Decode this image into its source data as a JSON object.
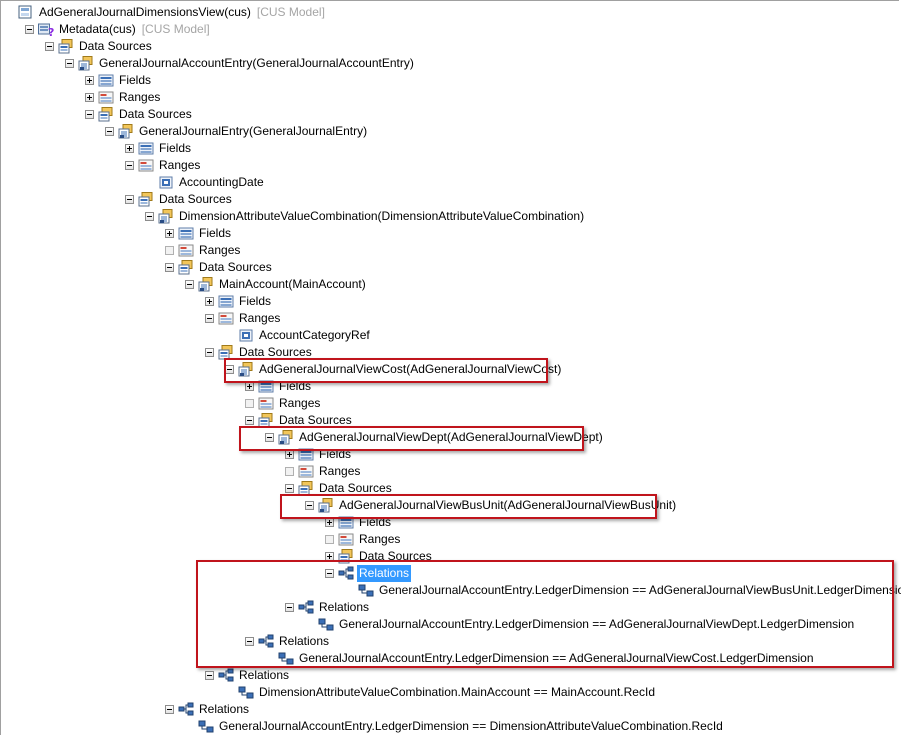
{
  "tree": [
    {
      "label": "AdGeneralJournalDimensionsView(cus)",
      "model": "[CUS Model]",
      "icon": "view-icon",
      "level": 0,
      "toggle": "none"
    },
    {
      "label": "Metadata(cus)",
      "model": "[CUS Model]",
      "icon": "metadata-icon",
      "level": 1,
      "toggle": "minus"
    },
    {
      "label": "Data Sources",
      "icon": "datasources-icon",
      "level": 2,
      "toggle": "minus"
    },
    {
      "label": "GeneralJournalAccountEntry(GeneralJournalAccountEntry)",
      "icon": "datasource-icon",
      "level": 3,
      "toggle": "minus"
    },
    {
      "label": "Fields",
      "icon": "fields-icon",
      "level": 4,
      "toggle": "plus"
    },
    {
      "label": "Ranges",
      "icon": "ranges-icon",
      "level": 4,
      "toggle": "plus"
    },
    {
      "label": "Data Sources",
      "icon": "datasources-icon",
      "level": 4,
      "toggle": "minus"
    },
    {
      "label": "GeneralJournalEntry(GeneralJournalEntry)",
      "icon": "datasource-icon",
      "level": 5,
      "toggle": "minus"
    },
    {
      "label": "Fields",
      "icon": "fields-icon",
      "level": 6,
      "toggle": "plus"
    },
    {
      "label": "Ranges",
      "icon": "ranges-icon",
      "level": 6,
      "toggle": "minus"
    },
    {
      "label": "AccountingDate",
      "icon": "range-icon",
      "level": 7,
      "toggle": "none"
    },
    {
      "label": "Data Sources",
      "icon": "datasources-icon",
      "level": 6,
      "toggle": "minus"
    },
    {
      "label": "DimensionAttributeValueCombination(DimensionAttributeValueCombination)",
      "icon": "datasource-icon",
      "level": 7,
      "toggle": "minus"
    },
    {
      "label": "Fields",
      "icon": "fields-icon",
      "level": 8,
      "toggle": "plus"
    },
    {
      "label": "Ranges",
      "icon": "ranges-icon",
      "level": 8,
      "toggle": "empty"
    },
    {
      "label": "Data Sources",
      "icon": "datasources-icon",
      "level": 8,
      "toggle": "minus"
    },
    {
      "label": "MainAccount(MainAccount)",
      "icon": "datasource-icon",
      "level": 9,
      "toggle": "minus"
    },
    {
      "label": "Fields",
      "icon": "fields-icon",
      "level": 10,
      "toggle": "plus"
    },
    {
      "label": "Ranges",
      "icon": "ranges-icon",
      "level": 10,
      "toggle": "minus"
    },
    {
      "label": "AccountCategoryRef",
      "icon": "range-icon",
      "level": 11,
      "toggle": "none"
    },
    {
      "label": "Data Sources",
      "icon": "datasources-icon",
      "level": 10,
      "toggle": "minus"
    },
    {
      "label": "AdGeneralJournalViewCost(AdGeneralJournalViewCost)",
      "icon": "datasource-icon",
      "level": 11,
      "toggle": "minus"
    },
    {
      "label": "Fields",
      "icon": "fields-icon",
      "level": 12,
      "toggle": "plus"
    },
    {
      "label": "Ranges",
      "icon": "ranges-icon",
      "level": 12,
      "toggle": "empty"
    },
    {
      "label": "Data Sources",
      "icon": "datasources-icon",
      "level": 12,
      "toggle": "minus"
    },
    {
      "label": "AdGeneralJournalViewDept(AdGeneralJournalViewDept)",
      "icon": "datasource-icon",
      "level": 13,
      "toggle": "minus"
    },
    {
      "label": "Fields",
      "icon": "fields-icon",
      "level": 14,
      "toggle": "plus"
    },
    {
      "label": "Ranges",
      "icon": "ranges-icon",
      "level": 14,
      "toggle": "empty"
    },
    {
      "label": "Data Sources",
      "icon": "datasources-icon",
      "level": 14,
      "toggle": "minus"
    },
    {
      "label": "AdGeneralJournalViewBusUnit(AdGeneralJournalViewBusUnit)",
      "icon": "datasource-icon",
      "level": 15,
      "toggle": "minus"
    },
    {
      "label": "Fields",
      "icon": "fields-icon",
      "level": 16,
      "toggle": "plus"
    },
    {
      "label": "Ranges",
      "icon": "ranges-icon",
      "level": 16,
      "toggle": "empty"
    },
    {
      "label": "Data Sources",
      "icon": "datasources-icon",
      "level": 16,
      "toggle": "plus"
    },
    {
      "label": "Relations",
      "icon": "relations-icon",
      "level": 16,
      "toggle": "minus",
      "selected": true
    },
    {
      "label": "GeneralJournalAccountEntry.LedgerDimension == AdGeneralJournalViewBusUnit.LedgerDimension",
      "icon": "relation-icon",
      "level": 17,
      "toggle": "none"
    },
    {
      "label": "Relations",
      "icon": "relations-icon",
      "level": 14,
      "toggle": "minus"
    },
    {
      "label": "GeneralJournalAccountEntry.LedgerDimension == AdGeneralJournalViewDept.LedgerDimension",
      "icon": "relation-icon",
      "level": 15,
      "toggle": "none"
    },
    {
      "label": "Relations",
      "icon": "relations-icon",
      "level": 12,
      "toggle": "minus"
    },
    {
      "label": "GeneralJournalAccountEntry.LedgerDimension == AdGeneralJournalViewCost.LedgerDimension",
      "icon": "relation-icon",
      "level": 13,
      "toggle": "none"
    },
    {
      "label": "Relations",
      "icon": "relations-icon",
      "level": 10,
      "toggle": "minus"
    },
    {
      "label": "DimensionAttributeValueCombination.MainAccount == MainAccount.RecId",
      "icon": "relation-icon",
      "level": 11,
      "toggle": "none"
    },
    {
      "label": "Relations",
      "icon": "relations-icon",
      "level": 8,
      "toggle": "minus"
    },
    {
      "label": "GeneralJournalAccountEntry.LedgerDimension == DimensionAttributeValueCombination.RecId",
      "icon": "relation-icon",
      "level": 9,
      "toggle": "none"
    }
  ],
  "annotations": [
    "highlight-view-cost",
    "highlight-view-dept",
    "highlight-view-busunit",
    "highlight-relations-group"
  ]
}
